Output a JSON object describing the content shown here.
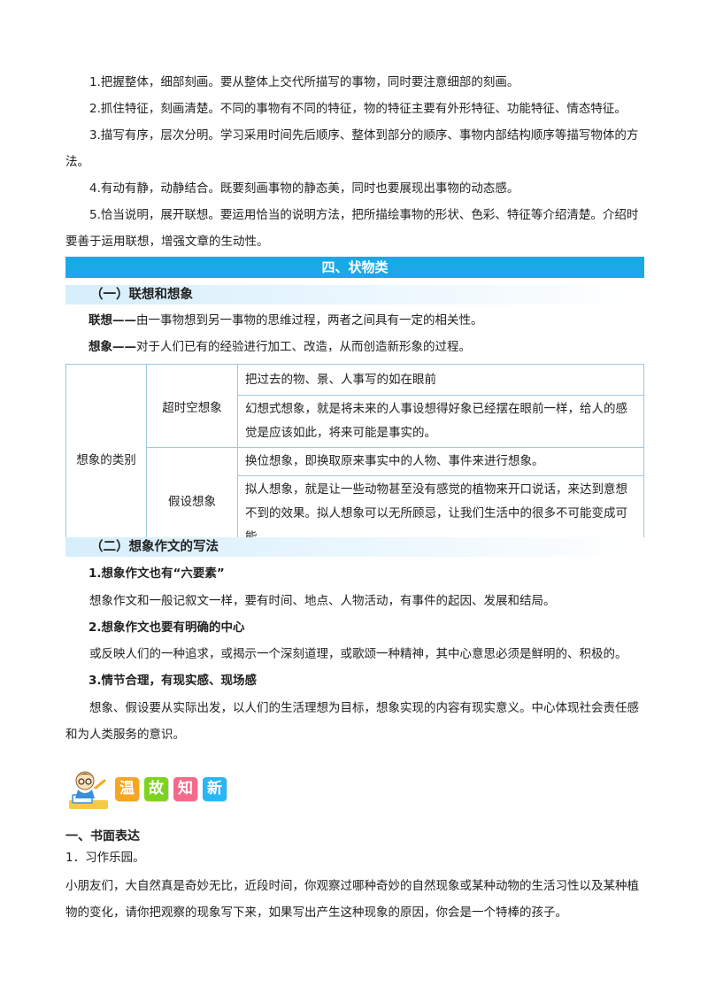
{
  "intro_points": [
    {
      "lead": "1.把握整体，细部刻画。",
      "text": "要从整体上交代所描写的事物，同时要注意细部的刻画。"
    },
    {
      "lead": "2.抓住特征，刻画清楚。",
      "text": "不同的事物有不同的特征，物的特征主要有外形特征、功能特征、情态特征。"
    },
    {
      "lead": "3.描写有序，层次分明。",
      "text": "学习采用时间先后顺序、整体到部分的顺序、事物内部结构顺序等描写物体的方法。"
    },
    {
      "lead": "4.有动有静，动静结合。",
      "text": "既要刻画事物的静态美，同时也要展现出事物的动态感。"
    },
    {
      "lead": "5.恰当说明，展开联想。",
      "text": "要运用恰当的说明方法，把所描绘事物的形状、色彩、特征等介绍清楚。介绍时要善于运用联想，增强文章的生动性。"
    }
  ],
  "banner": "四、状物类",
  "section1": {
    "title": "（一）联想和想象",
    "defs": [
      {
        "term": "联想——",
        "text": "由一事物想到另一事物的思维过程，两者之间具有一定的相关性。"
      },
      {
        "term": "想象——",
        "text": "对于人们已有的经验进行加工、改造，从而创造新形象的过程。"
      }
    ],
    "table": {
      "category": "想象的类别",
      "groups": [
        {
          "name": "超时空想象",
          "items": [
            "把过去的物、景、人事写的如在眼前",
            "幻想式想象，就是将未来的人事设想得好象已经摆在眼前一样，给人的感觉是应该如此，将来可能是事实的。"
          ]
        },
        {
          "name": "假设想象",
          "items": [
            "换位想象，即换取原来事实中的人物、事件来进行想象。",
            "拟人想象，就是让一些动物甚至没有感觉的植物来开口说话，来达到意想不到的效果。拟人想象可以无所顾忌，让我们生活中的很多不可能变成可能。"
          ]
        }
      ]
    }
  },
  "section2": {
    "title": "（二）想象作文的写法",
    "points": [
      {
        "head": "1.想象作文也有“六要素”",
        "body": "想象作文和一般记叙文一样，要有时间、地点、人物活动，有事件的起因、发展和结局。"
      },
      {
        "head": "2.想象作文也要有明确的中心",
        "body": "或反映人们的一种追求，或揭示一个深刻道理，或歌颂一种精神，其中心意思必须是鲜明的、积极的。"
      },
      {
        "head": "3.情节合理，有现实感、现场感",
        "body": "想象、假设要从实际出发，以人们的生活理想为目标，想象实现的内容有现实意义。中心体现社会责任感和为人类服务的意识。"
      }
    ]
  },
  "logo": {
    "chars": [
      "温",
      "故",
      "知",
      "新"
    ],
    "colors": [
      "#f5a623",
      "#7ed321",
      "#f56a8a",
      "#29b6f6"
    ]
  },
  "review": {
    "title": "一、书面表达",
    "item_no": "1．习作乐园。",
    "text": "小朋友们，大自然真是奇妙无比，近段时间，你观察过哪种奇妙的自然现象或某种动物的生活习性以及某种植物的变化，请你把观察的现象写下来，如果写出产生这种现象的原因，你会是一个特棒的孩子。"
  }
}
